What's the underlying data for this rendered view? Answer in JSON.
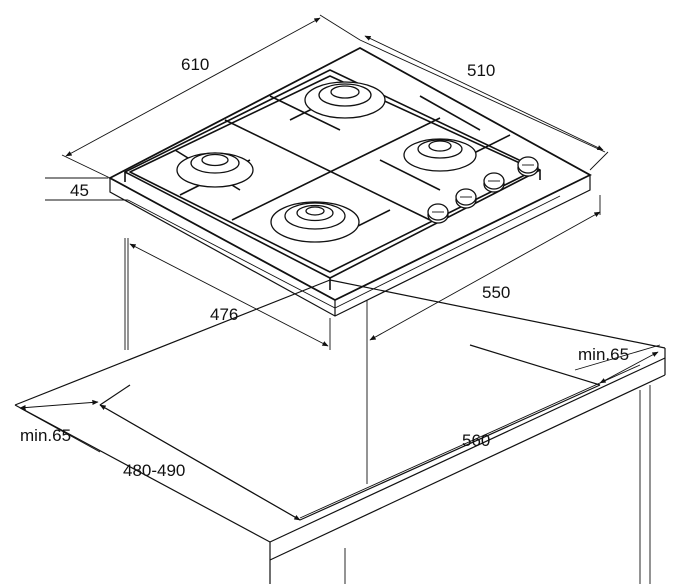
{
  "dimensions": {
    "width_total": "610",
    "depth_total": "510",
    "height": "45",
    "cutout_depth": "476",
    "cutout_width": "550",
    "min_right": "min.65",
    "min_left": "min.65",
    "worktop_width": "560",
    "worktop_depth": "480-490"
  }
}
